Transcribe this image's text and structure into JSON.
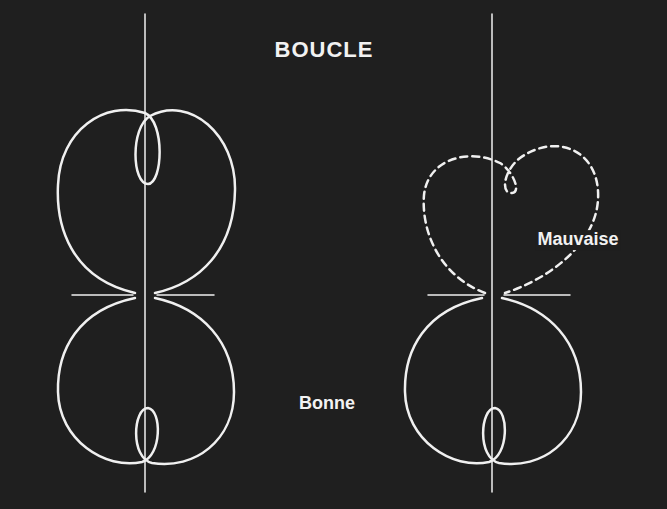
{
  "diagram": {
    "title": "BOUCLE",
    "labels": [
      "Bonne",
      "Mauvaise"
    ]
  }
}
